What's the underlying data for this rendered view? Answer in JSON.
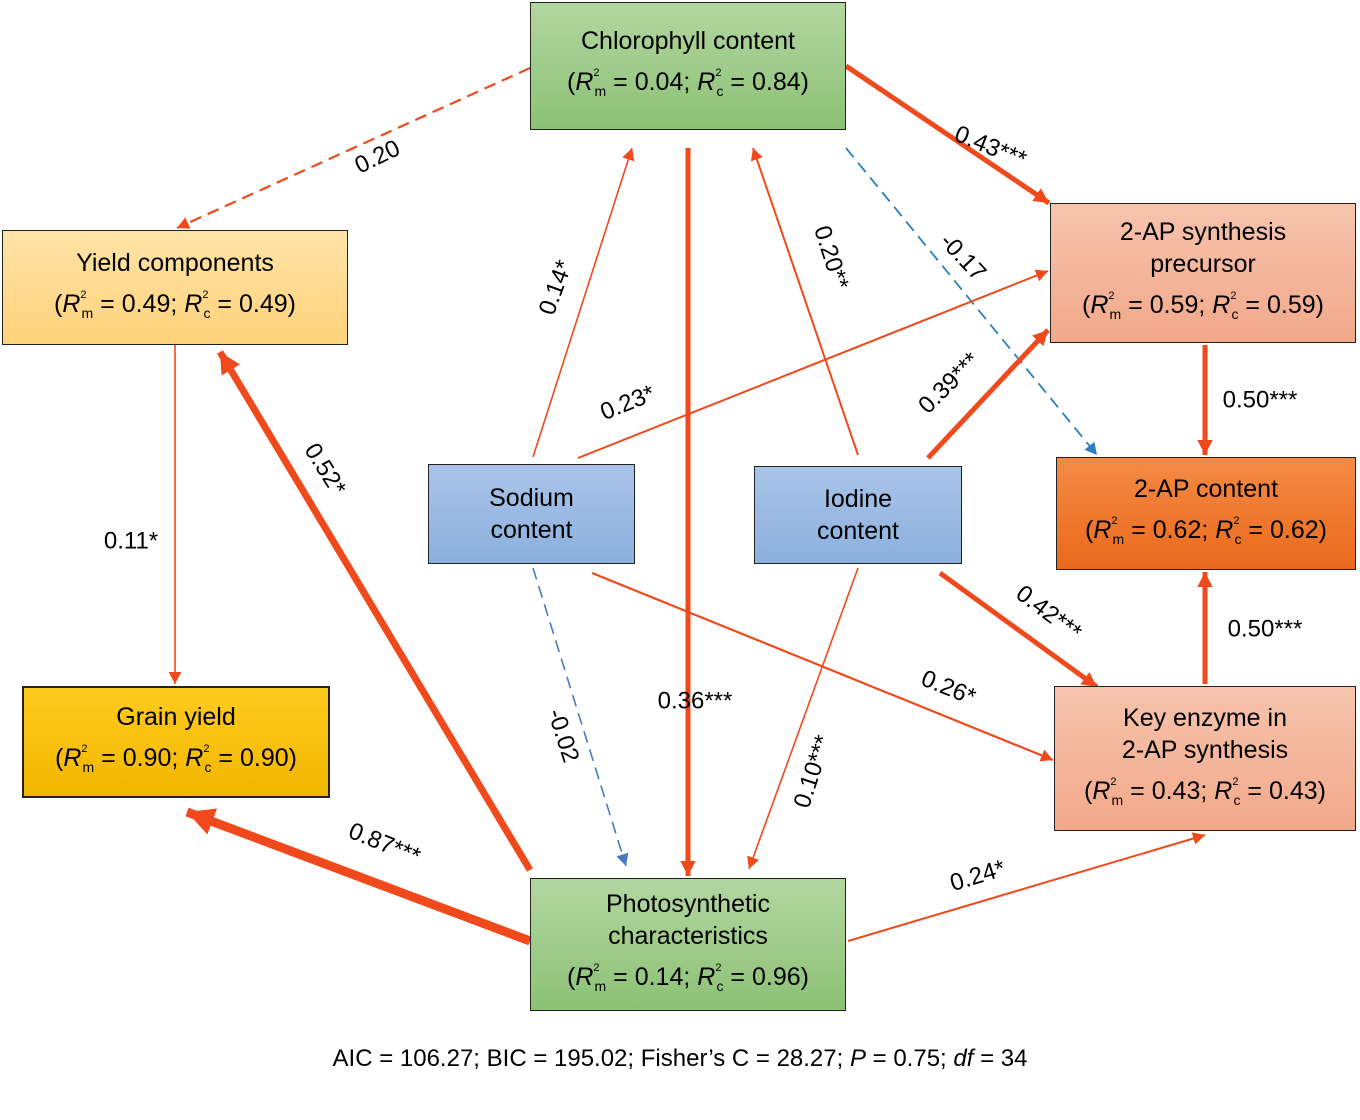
{
  "nodes": {
    "chlorophyll": {
      "title": "Chlorophyll content",
      "r2m": "0.04",
      "r2c": "0.84"
    },
    "yield_components": {
      "title": "Yield components",
      "r2m": "0.49",
      "r2c": "0.49"
    },
    "grain_yield": {
      "title": "Grain yield",
      "r2m": "0.90",
      "r2c": "0.90"
    },
    "sodium": {
      "line1": "Sodium",
      "line2": "content"
    },
    "iodine": {
      "line1": "Iodine",
      "line2": "content"
    },
    "photosynthetic": {
      "line1": "Photosynthetic",
      "line2": "characteristics",
      "r2m": "0.14",
      "r2c": "0.96"
    },
    "precursor": {
      "line1": "2-AP synthesis",
      "line2": "precursor",
      "r2m": "0.59",
      "r2c": "0.59"
    },
    "ap_content": {
      "title": "2-AP content",
      "r2m": "0.62",
      "r2c": "0.62"
    },
    "key_enzyme": {
      "line1": "Key enzyme in",
      "line2": "2-AP synthesis",
      "r2m": "0.43",
      "r2c": "0.43"
    }
  },
  "r2_symbol": "R",
  "r2_sup": "2",
  "r2_m": "m",
  "r2_c": "c",
  "paths": [
    {
      "id": "chl-yc",
      "value": "0.20",
      "style": "dashed",
      "color": "#f04a1c"
    },
    {
      "id": "chl-pre",
      "value": "0.43***",
      "style": "solid",
      "color": "#f04a1c"
    },
    {
      "id": "chl-ap",
      "value": "-0.17",
      "style": "dashed",
      "color": "#2a7fc0"
    },
    {
      "id": "chl-ph",
      "value": "0.36***",
      "style": "solid",
      "color": "#f04a1c"
    },
    {
      "id": "na-chl",
      "value": "0.14*",
      "style": "solid",
      "color": "#f04a1c"
    },
    {
      "id": "io-chl",
      "value": "0.20**",
      "style": "solid",
      "color": "#f04a1c"
    },
    {
      "id": "na-pre",
      "value": "0.23*",
      "style": "solid",
      "color": "#f04a1c"
    },
    {
      "id": "io-pre",
      "value": "0.39***",
      "style": "solid",
      "color": "#f04a1c"
    },
    {
      "id": "pre-ap",
      "value": "0.50***",
      "style": "solid",
      "color": "#f04a1c"
    },
    {
      "id": "ke-ap",
      "value": "0.50***",
      "style": "solid",
      "color": "#f04a1c"
    },
    {
      "id": "io-ke",
      "value": "0.42***",
      "style": "solid",
      "color": "#f04a1c"
    },
    {
      "id": "na-ke",
      "value": "0.26*",
      "style": "solid",
      "color": "#f04a1c"
    },
    {
      "id": "na-ph",
      "value": "-0.02",
      "style": "dashed",
      "color": "#4a78c2"
    },
    {
      "id": "io-ph",
      "value": "0.10***",
      "style": "solid",
      "color": "#f04a1c"
    },
    {
      "id": "ph-ke",
      "value": "0.24*",
      "style": "solid",
      "color": "#f04a1c"
    },
    {
      "id": "ph-yc",
      "value": "0.52*",
      "style": "solid",
      "color": "#f04a1c"
    },
    {
      "id": "ph-gy",
      "value": "0.87***",
      "style": "solid",
      "color": "#f04a1c"
    },
    {
      "id": "yc-gy",
      "value": "0.11*",
      "style": "solid",
      "color": "#f04a1c"
    }
  ],
  "fit": {
    "aic": "AIC = 106.27;",
    "bic": "BIC = 195.02;",
    "fisher": "Fisher’s C = 28.27;",
    "p_sym": "P",
    "p_val": " = 0.75;",
    "df_sym": "df",
    "df_val": " = 34"
  }
}
